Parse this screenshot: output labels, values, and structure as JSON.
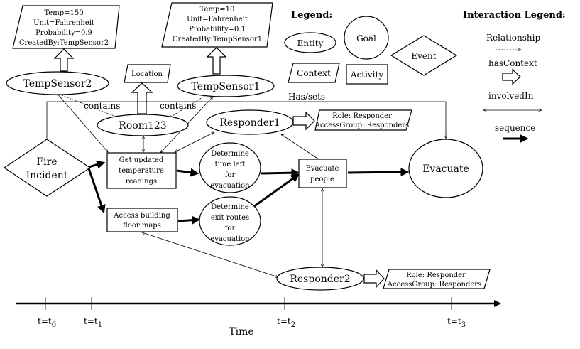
{
  "nodes": {
    "temp_sensor2": "TempSensor2",
    "temp_sensor1": "TempSensor1",
    "room": "Room123",
    "responder1": "Responder1",
    "responder2": "Responder2",
    "fire_incident": [
      "Fire",
      "Incident"
    ],
    "get_temp": [
      "Get updated",
      "temperature",
      "readings"
    ],
    "access_maps": [
      "Access building",
      "floor maps"
    ],
    "time_left": [
      "Determine",
      "time left",
      "for",
      "evacuation"
    ],
    "exit_routes": [
      "Determine",
      "exit routes",
      "for",
      "evacuation"
    ],
    "evacuate_people": [
      "Evacuate",
      "people"
    ],
    "evacuate": "Evacuate",
    "location": "Location"
  },
  "contexts": {
    "sensor2_ctx": [
      "Temp=150",
      "Unit=Fahrenheit",
      "Probability=0.9",
      "CreatedBy:TempSensor2"
    ],
    "sensor1_ctx": [
      "Temp=10",
      "Unit=Fahrenheit",
      "Probability=0.1",
      "CreatedBy:TempSensor1"
    ],
    "responder1_ctx": [
      "Role: Responder",
      "AccessGroup: Responders"
    ],
    "responder2_ctx": [
      "Role: Responder",
      "AccessGroup: Responders"
    ]
  },
  "edge_labels": {
    "contains_left": "contains",
    "contains_right": "contains",
    "has_sets": "Has/sets"
  },
  "legend": {
    "title": "Legend:",
    "entity": "Entity",
    "goal": "Goal",
    "event": "Event",
    "context": "Context",
    "activity": "Activity"
  },
  "interaction_legend": {
    "title": "Interaction Legend:",
    "relationship": "Relationship",
    "has_context": "hasContext",
    "involved_in": "involvedIn",
    "sequence": "sequence"
  },
  "timeline": {
    "ticks": [
      {
        "base": "t=t",
        "sub": "0"
      },
      {
        "base": "t=t",
        "sub": "1"
      },
      {
        "base": "t=t",
        "sub": "2"
      },
      {
        "base": "t=t",
        "sub": "3"
      }
    ],
    "axis_label": "Time"
  }
}
